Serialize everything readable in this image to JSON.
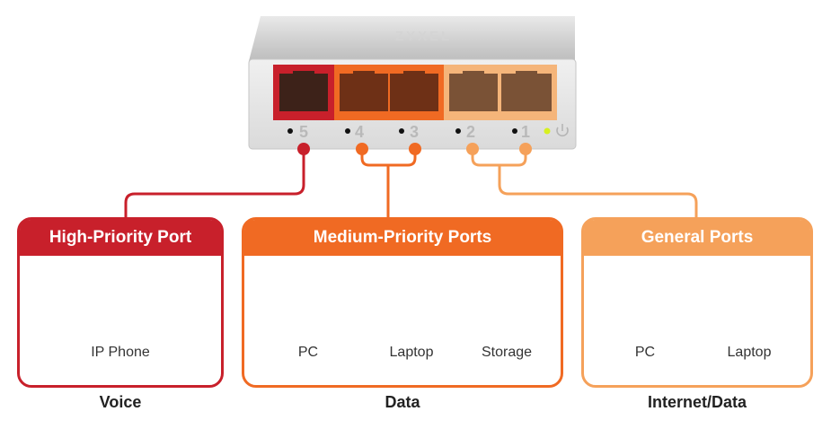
{
  "colors": {
    "high": "#c8202b",
    "medium": "#f06a23",
    "general": "#f5a15a",
    "device_fill": "#f7b98a"
  },
  "switch": {
    "brand": "ZYXEL",
    "ports": [
      {
        "label": "5",
        "group": "high"
      },
      {
        "label": "4",
        "group": "medium"
      },
      {
        "label": "3",
        "group": "medium"
      },
      {
        "label": "2",
        "group": "general"
      },
      {
        "label": "1",
        "group": "general"
      }
    ],
    "power_icon": "power-icon"
  },
  "groups": {
    "high": {
      "title": "High-Priority Port",
      "devices": [
        {
          "label": "IP Phone",
          "icon": "ip-phone-icon"
        }
      ],
      "footer": "Voice"
    },
    "medium": {
      "title": "Medium-Priority Ports",
      "devices": [
        {
          "label": "PC",
          "icon": "pc-icon"
        },
        {
          "label": "Laptop",
          "icon": "laptop-icon"
        },
        {
          "label": "Storage",
          "icon": "storage-icon"
        }
      ],
      "footer": "Data"
    },
    "general": {
      "title": "General Ports",
      "devices": [
        {
          "label": "PC",
          "icon": "pc-icon"
        },
        {
          "label": "Laptop",
          "icon": "laptop-icon"
        }
      ],
      "footer": "Internet/Data"
    }
  }
}
